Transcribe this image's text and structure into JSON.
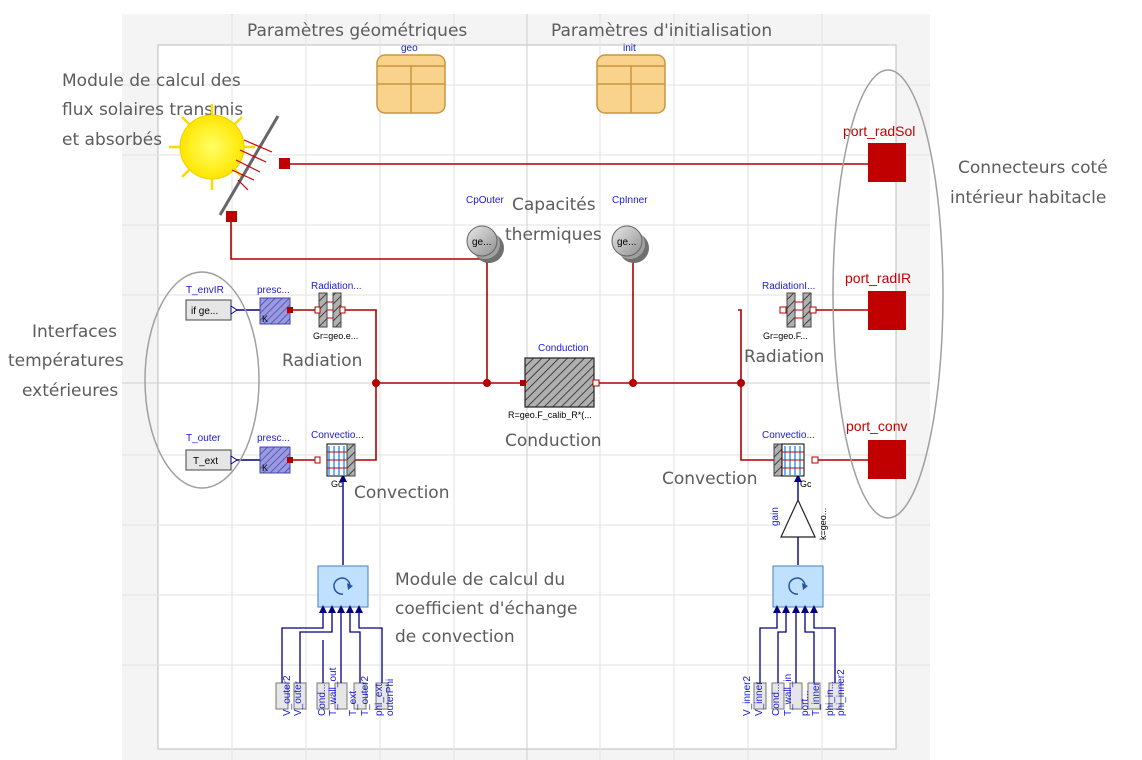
{
  "annotations": {
    "geo_params": "Paramètres géométriques",
    "init_params": "Paramètres d'initialisation",
    "solar_module": [
      "Module de calcul des",
      "flux solaires transmis",
      "et absorbés"
    ],
    "connectors": [
      "Connecteurs coté",
      "intérieur habitacle"
    ],
    "capacities": [
      "Capacités",
      "thermiques"
    ],
    "interfaces": [
      "Interfaces",
      "températures",
      "extérieures"
    ],
    "radiation_left": "Radiation",
    "radiation_right": "Radiation",
    "conduction": "Conduction",
    "convection_left": "Convection",
    "convection_right": "Convection",
    "conv_module": [
      "Module de calcul du",
      "coefficient d'échange",
      "de convection"
    ]
  },
  "blocks": {
    "geo": "geo",
    "init": "init",
    "cp_outer": "CpOuter",
    "cp_inner": "CpInner",
    "cp_outer_inner": "ge...",
    "cp_inner_inner": "ge...",
    "t_envir": "T_envIR",
    "t_envir_value": "if ge...",
    "t_outer": "T_outer",
    "t_outer_value": "T_ext",
    "presc_1": "presc...",
    "presc_2": "presc...",
    "k_1": "K",
    "k_2": "K",
    "radiation_left": "Radiation...",
    "radiation_left_param": "Gr=geo.e...",
    "radiation_right": "RadiationI...",
    "radiation_right_param": "Gr=geo.F...",
    "conduction": "Conduction",
    "conduction_param": "R=geo.F_calib_R*(...",
    "convection_left": "Convectio...",
    "convection_right": "Convectio...",
    "gc_left": "Gc",
    "gc_right": "Gc",
    "gain": "gain",
    "gain_param": "k=geo...",
    "port_radsol": "port_radSol",
    "port_radir": "port_radIR",
    "port_conv": "port_conv"
  },
  "inputs_left": [
    "V_outer2",
    "V_outer",
    "Cond...",
    "T_wall_out",
    "T_ext",
    "T_outer2",
    "phi_ext",
    "outerPhi"
  ],
  "inputs_right": [
    "V_inner2",
    "V_inner",
    "Cond...",
    "T_wall_in",
    "port...",
    "T_inner",
    "phi_in...",
    "phi_inner2"
  ],
  "colors": {
    "wire_red": "#b00000",
    "wire_blue": "#000080",
    "port_red": "#c00000",
    "param_fill": "#f9d38c",
    "sensor_fill": "#bfe0ff"
  }
}
